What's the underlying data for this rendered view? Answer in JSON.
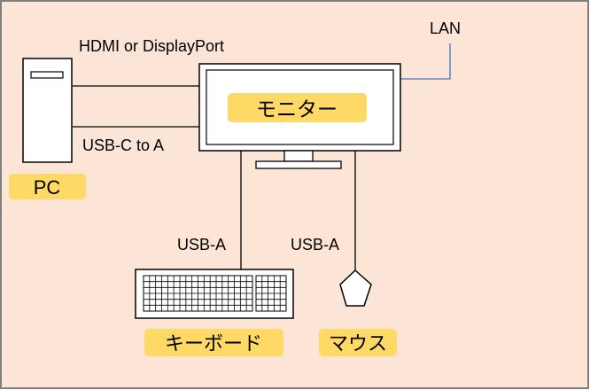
{
  "colors": {
    "background": "#FCE4D6",
    "border": "#7F7F7F",
    "line": "#000000",
    "lan_line": "#4472C4",
    "label_fill": "#FFD966",
    "device_fill": "#FFFFFF"
  },
  "devices": {
    "pc": {
      "label": "PC"
    },
    "monitor": {
      "label": "モニター"
    },
    "keyboard": {
      "label": "キーボード"
    },
    "mouse": {
      "label": "マウス"
    }
  },
  "connections": {
    "hdmi": "HDMI or DisplayPort",
    "usb_c": "USB-C to A",
    "usb_keyboard": "USB-A",
    "usb_mouse": "USB-A",
    "lan": "LAN"
  }
}
